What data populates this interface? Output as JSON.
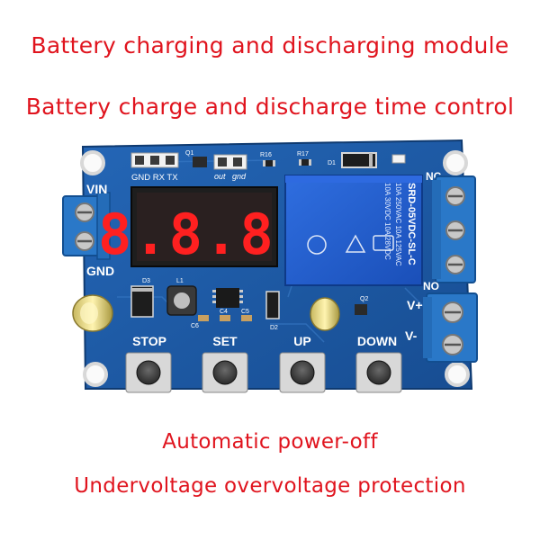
{
  "captions": {
    "line1": "Battery charging and discharging module",
    "line2": "Battery charge and discharge time control",
    "line3": "Automatic power-off",
    "line4": "Undervoltage overvoltage protection"
  },
  "board": {
    "vin_label": "VIN",
    "gnd_label": "GND",
    "header_label": "GND RX TX",
    "out_label": "out",
    "gnd2_label": "gnd",
    "nc_label": "NC",
    "no_label": "NO",
    "vplus_label": "V+",
    "vminus_label": "V-",
    "display_text": "8.8.8.",
    "relay_model": "SRD-05VDC-SL-C",
    "relay_rating1": "10A 250VAC  10A 125VAC",
    "relay_rating2": "10A 30VDC  10A 28VDC",
    "buttons": [
      "STOP",
      "SET",
      "UP",
      "DOWN"
    ],
    "parts": {
      "q1": "Q1",
      "r16": "R16",
      "r17": "R17",
      "d1": "D1",
      "d3": "D3",
      "l1": "L1",
      "d2": "D2",
      "q2": "Q2",
      "c6": "C6",
      "c4": "C4",
      "c5": "C5"
    }
  },
  "colors": {
    "caption": "#e0141e",
    "pcb": "#1a5aa6",
    "relay": "#1c58c8",
    "terminal": "#2a78c8",
    "display_digits": "#ff2020"
  }
}
